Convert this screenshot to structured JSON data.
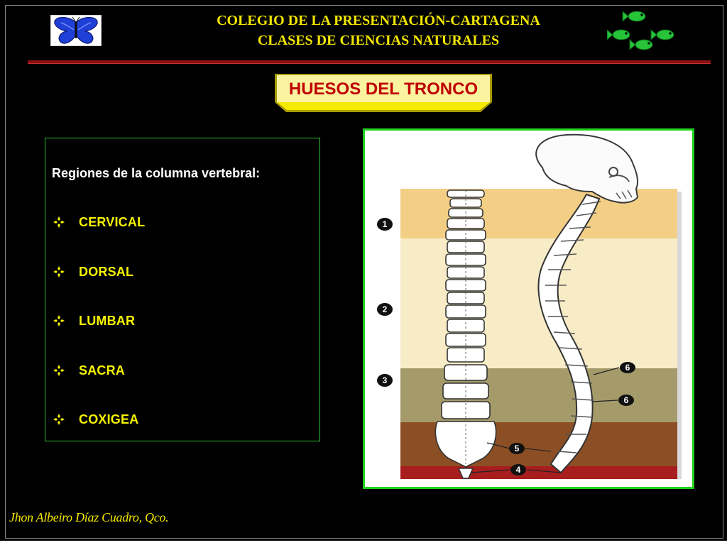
{
  "header": {
    "line1": "COLEGIO DE LA PRESENTACIÓN-CARTAGENA",
    "line2": "CLASES DE CIENCIAS NATURALES"
  },
  "topic": {
    "title": "HUESOS DEL TRONCO"
  },
  "content": {
    "heading": "Regiones de la columna vertebral:",
    "regions": [
      "CERVICAL",
      "DORSAL",
      "LUMBAR",
      "SACRA",
      "COXIGEA"
    ]
  },
  "diagram": {
    "markers": [
      "1",
      "2",
      "3",
      "4",
      "5",
      "6",
      "6"
    ]
  },
  "footer": {
    "author": "Jhon Albeiro Díaz Cuadro, Qco."
  },
  "colors": {
    "background": "#000000",
    "header_text": "#f2e600",
    "topic_text": "#c00000",
    "topic_box": "#f2e600",
    "region_text": "#f7f400",
    "box_border": "#2fc52f",
    "rule": "#8b1010"
  },
  "icons": {
    "logo": "butterfly-icon",
    "corner_art": "fish-icon",
    "bullet": "diamond-bullet-icon"
  }
}
